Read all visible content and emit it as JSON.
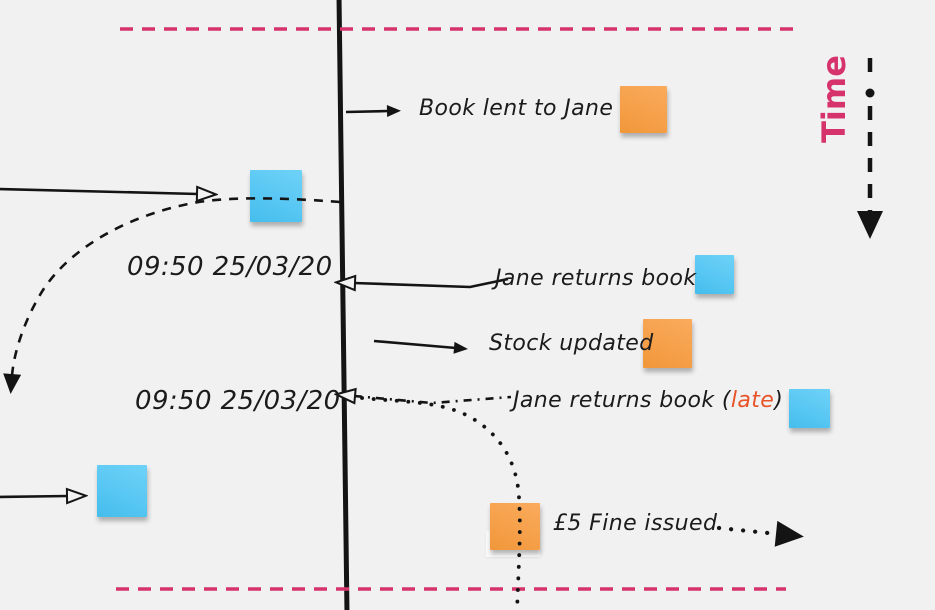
{
  "board": {
    "background_color": "#f1f1f2",
    "ink_color": "#1b1b1b",
    "guide_color": "#d6336c",
    "sticky_orange_color": "#f6a04a",
    "sticky_blue_color": "#58c7f3",
    "late_text_color": "#e8542a"
  },
  "time_axis": {
    "label": "Time"
  },
  "timestamps": [
    {
      "text": "09:50 25/03/20"
    },
    {
      "text": "09:50 25/03/20"
    }
  ],
  "events": {
    "book_lent": {
      "label": "Book lent to Jane"
    },
    "jane_returns": {
      "label": "Jane returns book"
    },
    "stock_updated": {
      "label": "Stock updated"
    },
    "jane_returns_late": {
      "prefix": "Jane returns book ",
      "paren_open": "(",
      "late": "late",
      "paren_close": ")"
    },
    "fine_issued": {
      "label": "£5 Fine issued"
    }
  }
}
